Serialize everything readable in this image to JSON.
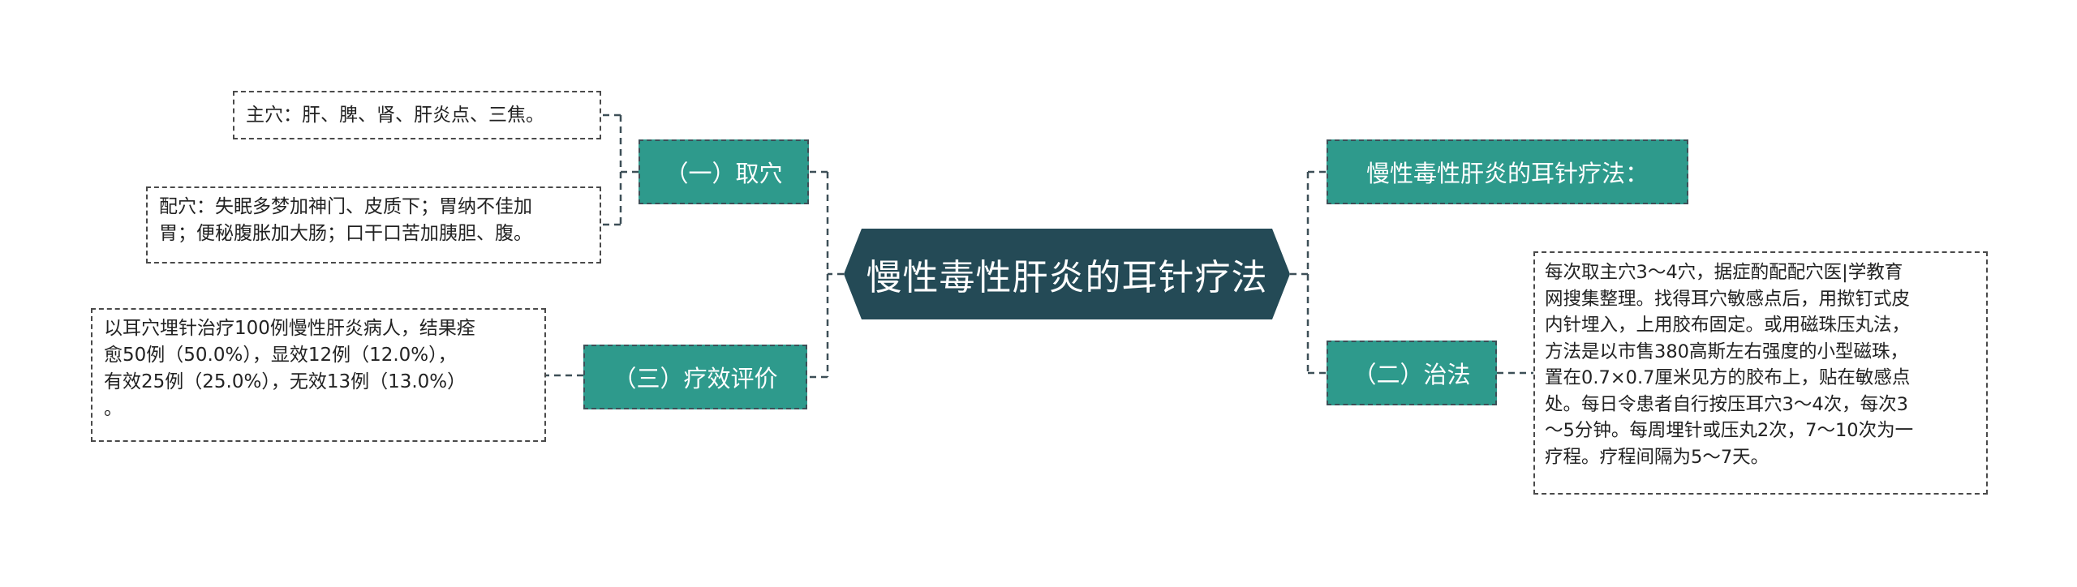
{
  "mindmap": {
    "central": {
      "title": "慢性毒性肝炎的耳针疗法"
    },
    "branches": {
      "quxue": {
        "label": "（一）取穴",
        "leaves": [
          {
            "text": "主穴：肝、脾、肾、肝炎点、三焦。"
          },
          {
            "text": "配穴：失眠多梦加神门、皮质下；胃纳不佳加\n胃；便秘腹胀加大肠；口干口苦加胰胆、腹。"
          }
        ]
      },
      "liaoxiao": {
        "label": "（三）疗效评价",
        "leaves": [
          {
            "text": "以耳穴埋针治疗100例慢性肝炎病人，结果痊\n愈50例（50.0%），显效12例（12.0%），\n有效25例（25.0%），无效13例（13.0%）\n。"
          }
        ]
      },
      "summary": {
        "label": "慢性毒性肝炎的耳针疗法："
      },
      "zhifa": {
        "label": "（二）治法",
        "leaves": [
          {
            "text": "每次取主穴3～4穴，据症酌配配穴医|学教育\n网搜集整理。找得耳穴敏感点后，用揿钉式皮\n内针埋入，上用胶布固定。或用磁珠压丸法，\n方法是以市售380高斯左右强度的小型磁珠，\n置在0.7×0.7厘米见方的胶布上，贴在敏感点\n处。每日令患者自行按压耳穴3～4次，每次3\n～5分钟。每周埋针或压丸2次，7～10次为一\n疗程。疗程间隔为5～7天。"
          }
        ]
      }
    },
    "colors": {
      "central_fill": "#244a56",
      "branch_fill": "#2e9a8c",
      "connector": "#3d4f57"
    }
  }
}
